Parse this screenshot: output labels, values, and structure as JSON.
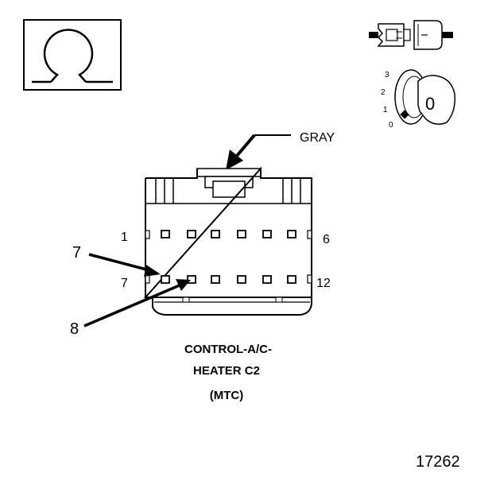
{
  "symbols": {
    "ohm_icon": "ohmmeter-icon",
    "connector_icon": "connector-separated-icon",
    "ignition_icon": "ignition-key-icon"
  },
  "ignition": {
    "positions": [
      "3",
      "2",
      "1",
      "0"
    ],
    "key_position": "0"
  },
  "connector": {
    "color_label": "GRAY",
    "pin_labels": {
      "top_left": "1",
      "top_right": "6",
      "bottom_left": "7",
      "bottom_right": "12"
    },
    "callouts": [
      "7",
      "8"
    ],
    "caption": [
      "CONTROL-A/C-",
      "HEATER C2",
      "(MTC)"
    ]
  },
  "figure_number": "17262"
}
